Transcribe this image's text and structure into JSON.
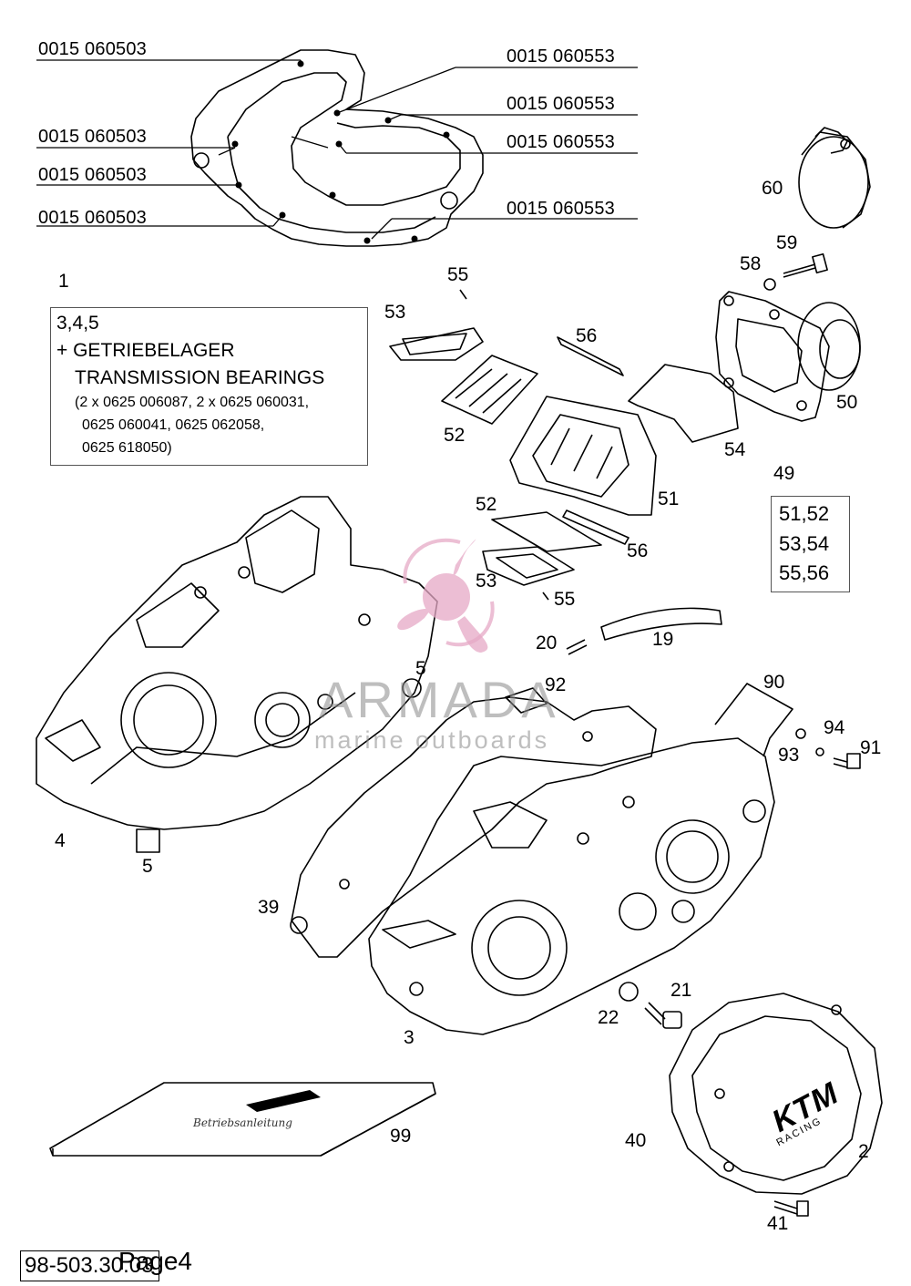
{
  "gasket_part_numbers": {
    "left": [
      "0015 060503",
      "0015 060503",
      "0015 060503",
      "0015 060503"
    ],
    "right": [
      "0015 060553",
      "0015 060553",
      "0015 060553",
      "0015 060553"
    ]
  },
  "kit_box": {
    "ref": "1",
    "line1": "3,4,5",
    "line2": "+ GETRIEBELAGER",
    "line3": "TRANSMISSION BEARINGS",
    "line4": "(2 x 0625 006087, 2 x 0625 060031,",
    "line5": "0625 060041, 0625 062058,",
    "line6": "0625 618050)"
  },
  "set_box": {
    "ref": "49",
    "line1": "51,52",
    "line2": "53,54",
    "line3": "55,56"
  },
  "callouts": {
    "c60": "60",
    "c59": "59",
    "c58": "58",
    "c50": "50",
    "c55a": "55",
    "c53a": "53",
    "c56a": "56",
    "c52a": "52",
    "c54": "54",
    "c51": "51",
    "c52b": "52",
    "c56b": "56",
    "c53b": "53",
    "c55b": "55",
    "c20": "20",
    "c19": "19",
    "c5a": "5",
    "c92": "92",
    "c90": "90",
    "c94": "94",
    "c93": "93",
    "c91": "91",
    "c4": "4",
    "c5b": "5",
    "c39": "39",
    "c3": "3",
    "c21": "21",
    "c22": "22",
    "c40": "40",
    "c2": "2",
    "c41": "41",
    "c99": "99"
  },
  "watermark": {
    "name": "ARMADA",
    "tagline": "marine outboards"
  },
  "cover_brand": "KTM",
  "cover_sub": "RACING",
  "footer": {
    "code": "98-503.30.03",
    "page": "Page4"
  },
  "colors": {
    "line": "#000000",
    "watermark_pink": "#e6a9c6",
    "watermark_gray": "#8a8a8a"
  }
}
